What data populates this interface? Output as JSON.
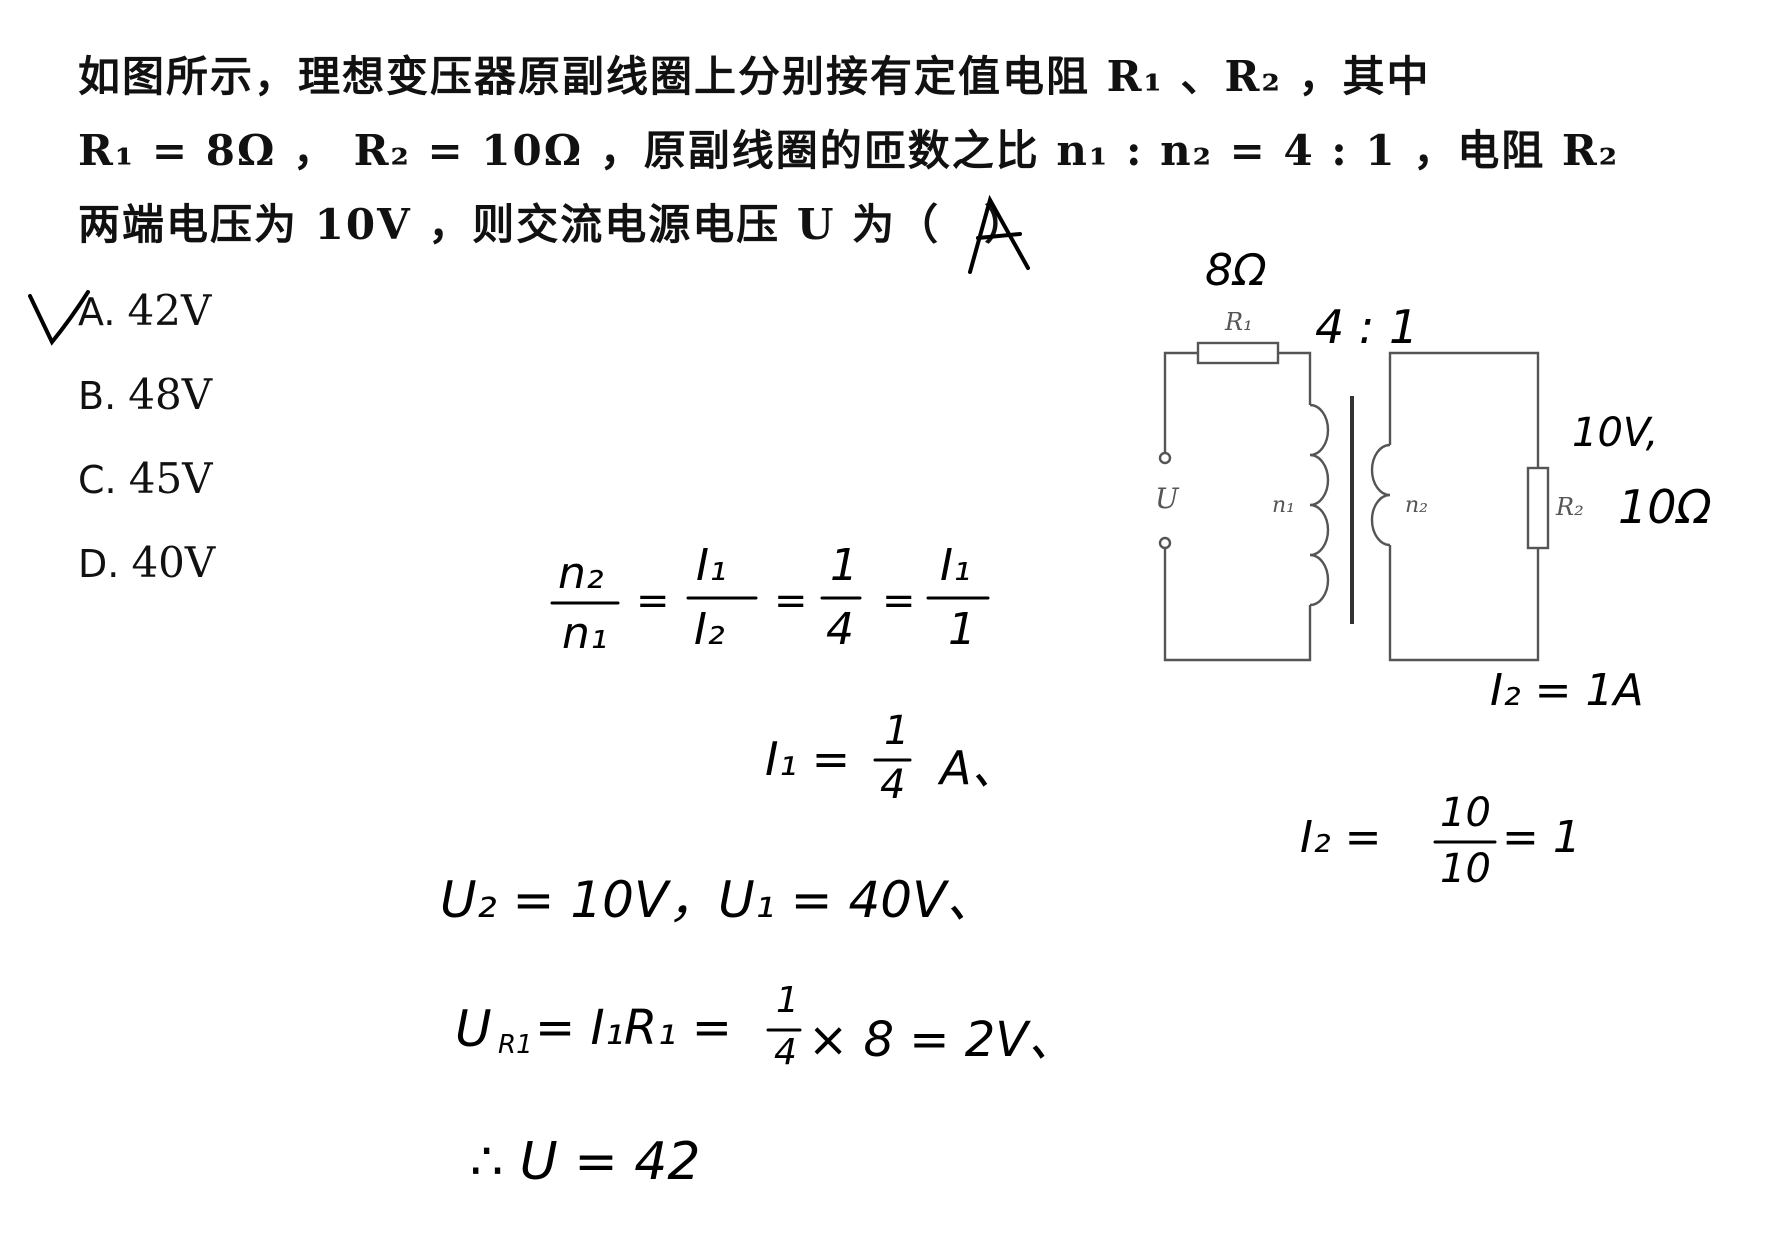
{
  "question": {
    "lines": [
      "如图所示，理想变压器原副线圈上分别接有定值电阻 R₁ 、R₂ ，其中",
      "R₁ = 8Ω ， R₂ = 10Ω ，原副线圈的匝数之比 n₁ : n₂ = 4 : 1 ，电阻 R₂",
      "两端电压为 10V ，则交流电源电压 U 为（　）"
    ]
  },
  "options": [
    {
      "letter": "A",
      "value": "42V"
    },
    {
      "letter": "B",
      "value": "48V"
    },
    {
      "letter": "C",
      "value": "45V"
    },
    {
      "letter": "D",
      "value": "40V"
    }
  ],
  "diagram": {
    "r1_label": "R₁",
    "r2_label": "R₂",
    "u_label": "U",
    "n1_label": "n₁",
    "n2_label": "n₂"
  },
  "handwriting": {
    "answer": "A",
    "r1_value": "8Ω",
    "ratio": "4 : 1",
    "r2_voltage": "10V,",
    "r2_value": "10Ω",
    "current_i2": "I₂ = 1A",
    "i2_calc": "I₂ =",
    "i2_frac_num": "10",
    "i2_frac_den": "10",
    "i2_result": "= 1",
    "ratio_eq": {
      "n2": "n₂",
      "n1": "n₁",
      "I1": "I₁",
      "I2": "I₂",
      "one": "1",
      "four": "4",
      "I1b": "I₁",
      "oneb": "1"
    },
    "i1_line": "I₁ = ",
    "i1_num": "1",
    "i1_den": "4",
    "i1_unit": "A、",
    "u_line": "U₂ = 10V，U₁ = 40V、",
    "ur1_line_a": "U",
    "ur1_sub": "R1",
    "ur1_line_b": " = I₁R₁ = ",
    "ur1_num": "1",
    "ur1_den": "4",
    "ur1_line_c": " × 8 = 2V、",
    "final_line": "∴ U = 42"
  },
  "colors": {
    "text": "#111111",
    "diagram": "#555555",
    "ink": "#000000"
  }
}
